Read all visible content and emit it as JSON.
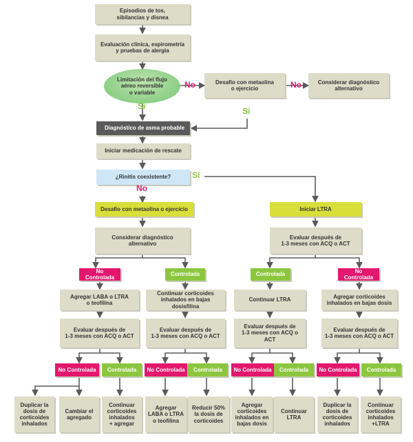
{
  "nodes": {
    "n1": "Episodios de tos,\nsibilancias y disnea",
    "n2": "Evaluación clínica, espirometría\ny pruebas de alergia",
    "n3": "Limitación del flujo\naéreo reversible\no variable",
    "n4": "Desafío con metaolina\no ejercicio",
    "n5": "Considerar diagnóstico\nalternativo",
    "n6": "Diagnóstico de asma probable",
    "n7": "Iniciar medicación de rescate",
    "n8": "¿Rinitis coexistente?",
    "n9": "Desafío con metaolina o ejercicio",
    "n10": "Iniciar LTRA",
    "n11": "Considerar diagnóstico\nalternativo",
    "n12": "Evaluar después de\n1-3 meses con ACQ o ACT",
    "s1": "No Controlada",
    "s2": "Controlada",
    "s3": "Controlada",
    "s4": "No Controlada",
    "a1": "Agregar LABA o LTRA\no teofilina",
    "a2": "Continuar corticoides\ninhalados en bajas dosisfilina",
    "a3": "Continuar LTRA",
    "a4": "Agregar corticoides\ninhalados en bajas dosis",
    "e1": "Evaluar después de\n1-3 meses con ACQ o ACT",
    "e2": "Evaluar después de\n1-3 meses con ACQ o ACT",
    "e3": "Evaluar después de\n1-3 meses con ACQ o ACT",
    "e4": "Evaluar después de\n1-3 meses con ACQ o ACT",
    "t1": "No Controlada",
    "t2": "Controlada",
    "t3": "No Controlada",
    "t4": "Controlada",
    "t5": "No Controlada",
    "t6": "Controlada",
    "t7": "No Controlada",
    "t8": "Controlada",
    "f1": "Duplicar la\ndosis de\ncorticoides\ninhalados",
    "f2": "Cambiar el\nagregado",
    "f3": "Continuar\ncorticoides\ninhalados\n+ agregar",
    "f4": "Agregar\nLABA o LTRA\no teofilina",
    "f5": "Reducir 50%\nla dosis de\ncorticoides",
    "f6": "Agregar\ncorticoides\ninhalados en\nbajas dosis",
    "f7": "Continuar\nLTRA",
    "f8": "Duplicar la\ndosis de\ncorticoides\ninhalados",
    "f9": "Continuar\ncorticoides\ninhalados\n+LTRA"
  },
  "labels": {
    "no1": "No",
    "no2": "No",
    "si1": "Si",
    "si2": "Si",
    "si3": "Si",
    "no3": "No"
  },
  "colors": {
    "beige": "#dcdcc8",
    "dark": "#5a5a5a",
    "blue": "#cfe6f7",
    "yellow": "#d9de3a",
    "red": "#e3176e",
    "green": "#8cc63f",
    "oval": "#8ccf86",
    "line": "#5a5a5a"
  }
}
